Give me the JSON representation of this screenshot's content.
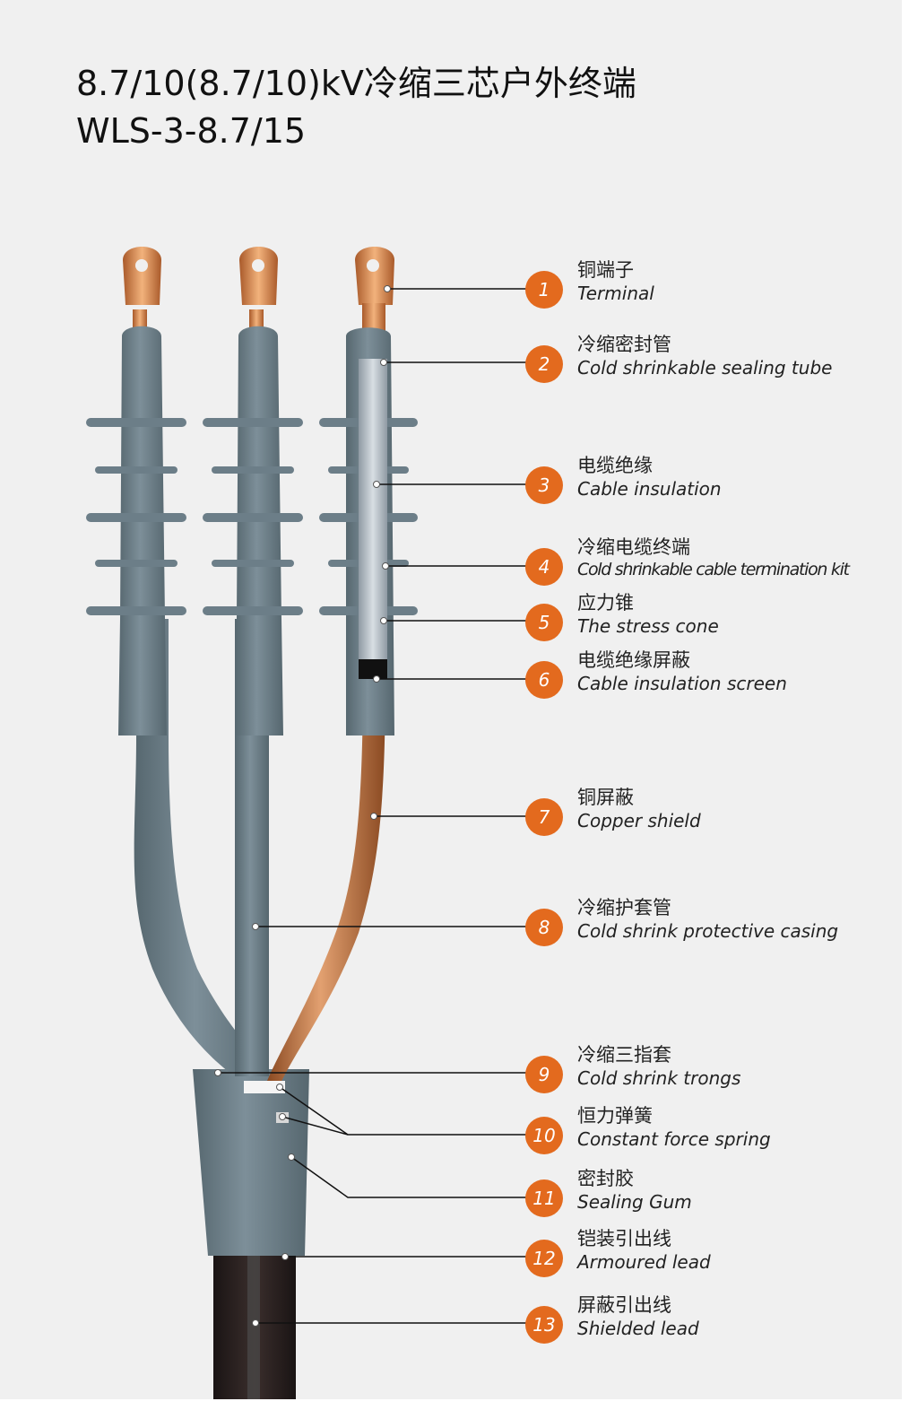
{
  "title": {
    "line1": "8.7/10(8.7/10)kV冷缩三芯户外终端",
    "line2": "WLS-3-8.7/15"
  },
  "colors": {
    "background": "#f0f0f0",
    "badge": "#e36a1e",
    "rubber": "#6c7e88",
    "copper": "#c47a42",
    "insulation": "#b9c3cb"
  },
  "callouts": [
    {
      "number": "1",
      "cn": "铜端子",
      "en": "Terminal"
    },
    {
      "number": "2",
      "cn": "冷缩密封管",
      "en": "Cold shrinkable sealing tube"
    },
    {
      "number": "3",
      "cn": "电缆绝缘",
      "en": "Cable insulation"
    },
    {
      "number": "4",
      "cn": "冷缩电缆终端",
      "en": "Cold shrinkable cable termination kit"
    },
    {
      "number": "5",
      "cn": "应力锥",
      "en": "The stress cone"
    },
    {
      "number": "6",
      "cn": "电缆绝缘屏蔽",
      "en": "Cable insulation screen"
    },
    {
      "number": "7",
      "cn": "铜屏蔽",
      "en": "Copper shield"
    },
    {
      "number": "8",
      "cn": "冷缩护套管",
      "en": "Cold shrink protective casing"
    },
    {
      "number": "9",
      "cn": "冷缩三指套",
      "en": "Cold shrink trongs"
    },
    {
      "number": "10",
      "cn": "恒力弹簧",
      "en": "Constant force spring"
    },
    {
      "number": "11",
      "cn": "密封胶",
      "en": "Sealing Gum"
    },
    {
      "number": "12",
      "cn": "铠装引出线",
      "en": "Armoured lead"
    },
    {
      "number": "13",
      "cn": "屏蔽引出线",
      "en": "Shielded lead"
    }
  ]
}
